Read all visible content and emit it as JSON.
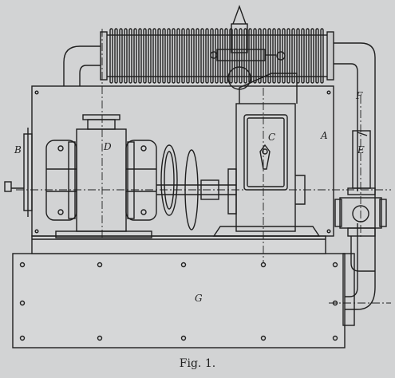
{
  "caption": "Fig. 1.",
  "labels": {
    "A": "A",
    "B": "B",
    "C": "C",
    "D": "D",
    "E": "E",
    "F": "F",
    "G": "G"
  },
  "colors": {
    "background": "#d2d3d4",
    "ink": "#1f1f1f"
  }
}
